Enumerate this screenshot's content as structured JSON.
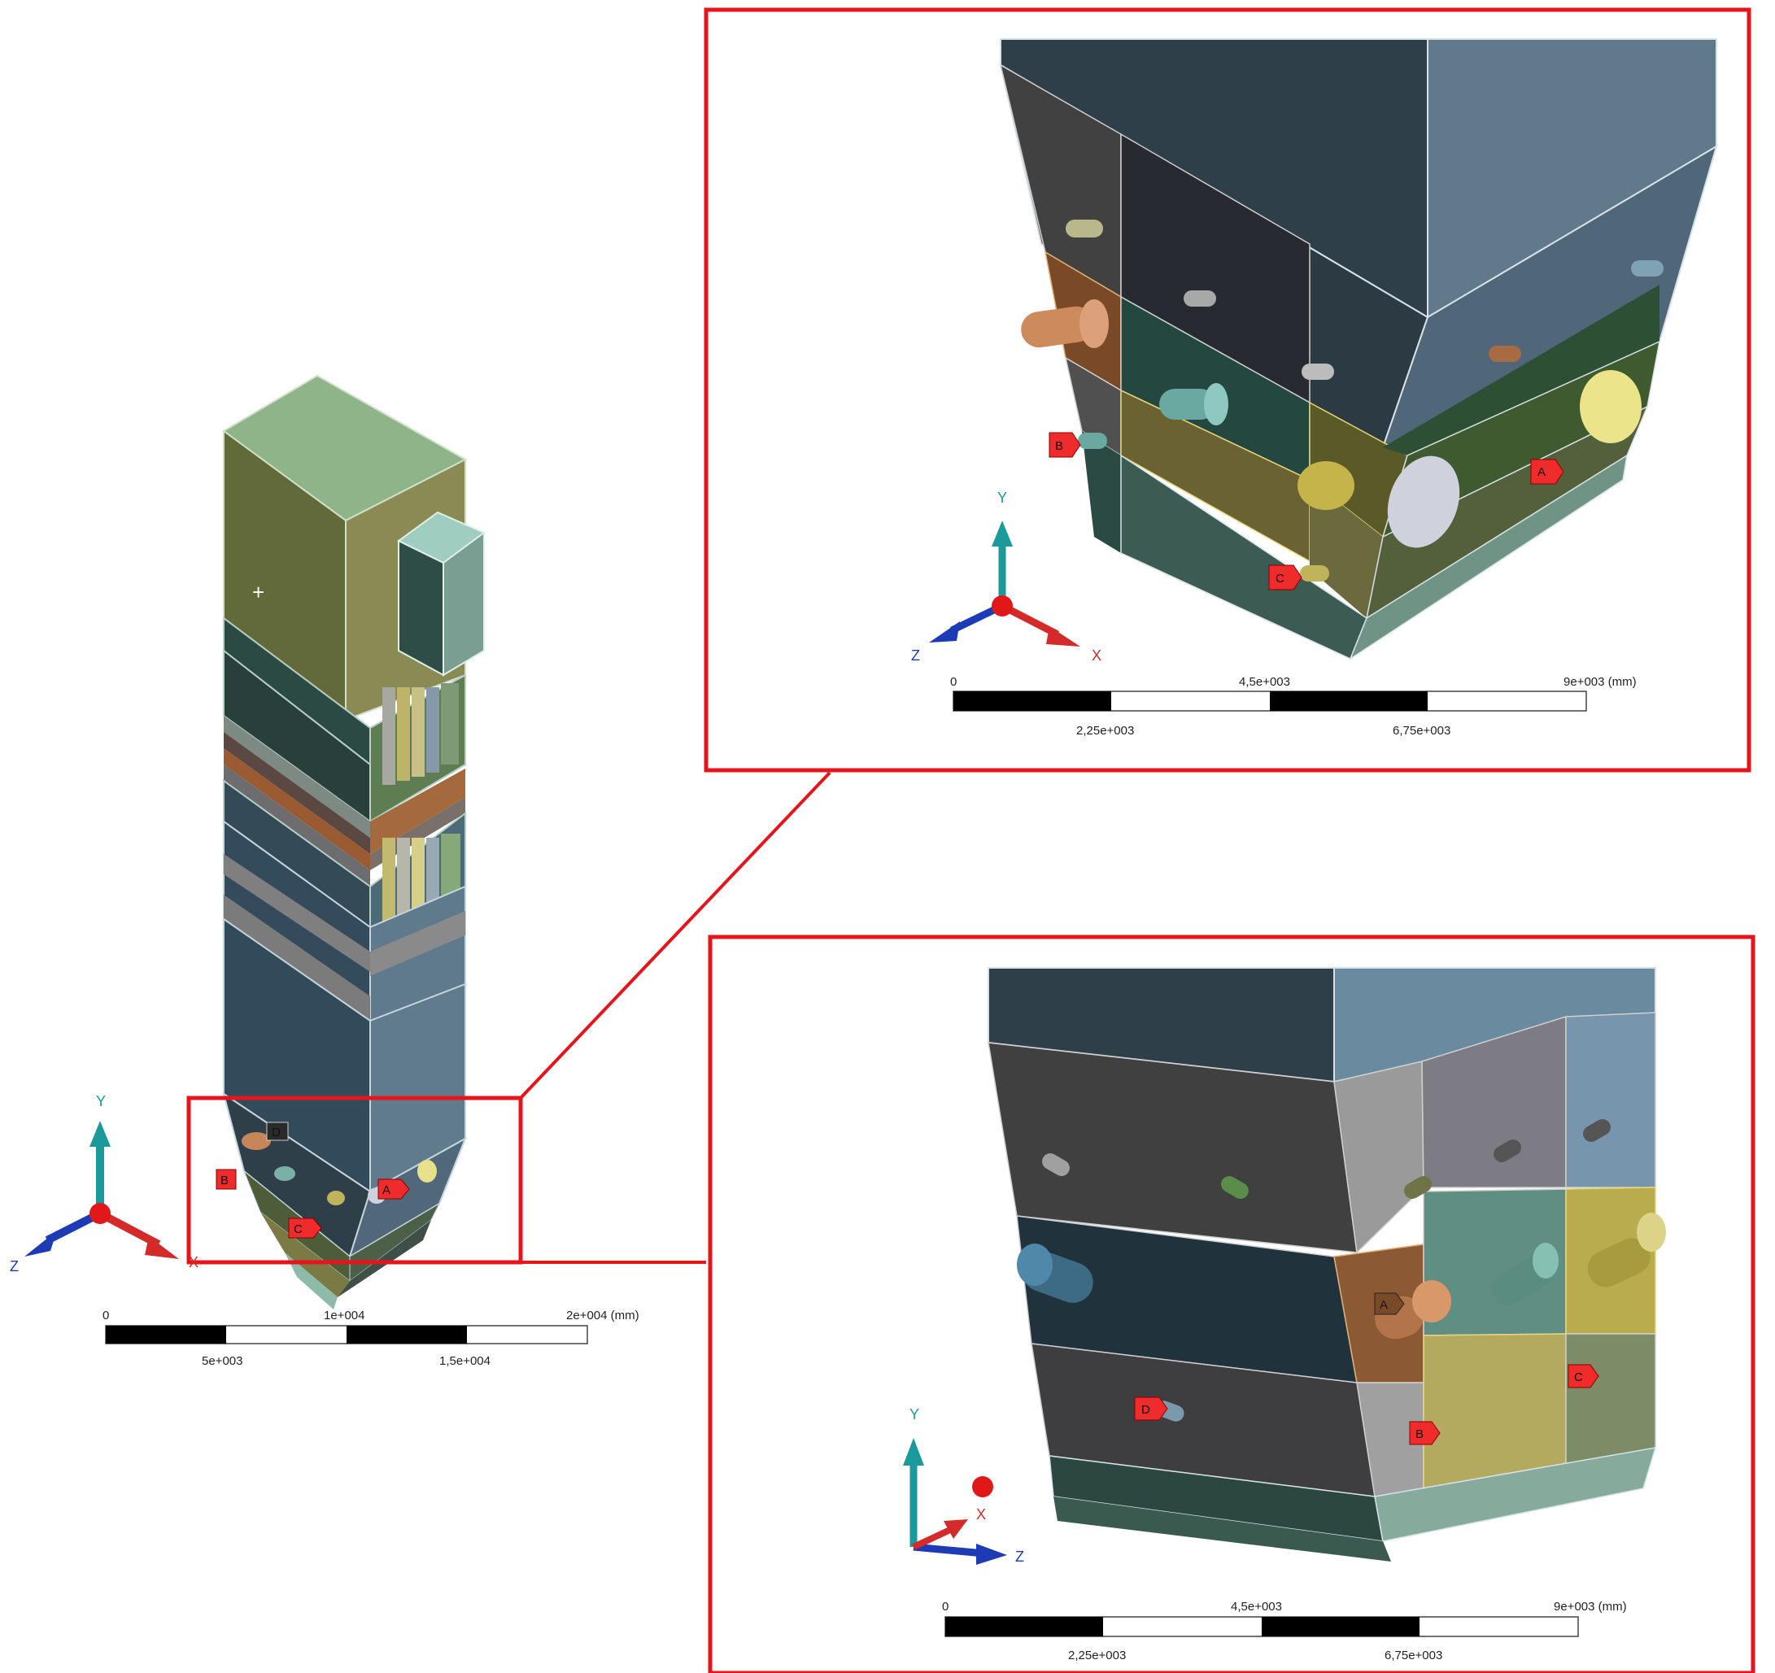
{
  "overview": {
    "axes": {
      "x": "X",
      "y": "Y",
      "z": "Z"
    },
    "scale": {
      "top_ticks": [
        "0",
        "1e+004",
        "2e+004 (mm)"
      ],
      "bottom_ticks": [
        "5e+003",
        "1,5e+004"
      ]
    },
    "markers": [
      "A",
      "B",
      "C",
      "D"
    ]
  },
  "detail_top": {
    "axes": {
      "x": "X",
      "y": "Y",
      "z": "Z"
    },
    "scale": {
      "top_ticks": [
        "0",
        "4,5e+003",
        "9e+003 (mm)"
      ],
      "bottom_ticks": [
        "2,25e+003",
        "6,75e+003"
      ]
    },
    "markers": [
      "A",
      "B",
      "C"
    ]
  },
  "detail_bottom": {
    "axes": {
      "x": "X",
      "y": "Y",
      "z": "Z"
    },
    "scale": {
      "top_ticks": [
        "0",
        "4,5e+003",
        "9e+003 (mm)"
      ],
      "bottom_ticks": [
        "2,25e+003",
        "6,75e+003"
      ]
    },
    "markers": [
      "A",
      "B",
      "C",
      "D"
    ]
  },
  "colors": {
    "highlight_frame": "#e8141b",
    "marker_fill": "#ef2b2b",
    "axis_x": "#d42a2a",
    "axis_y": "#1a9a9a",
    "axis_z": "#1c3bb5"
  }
}
